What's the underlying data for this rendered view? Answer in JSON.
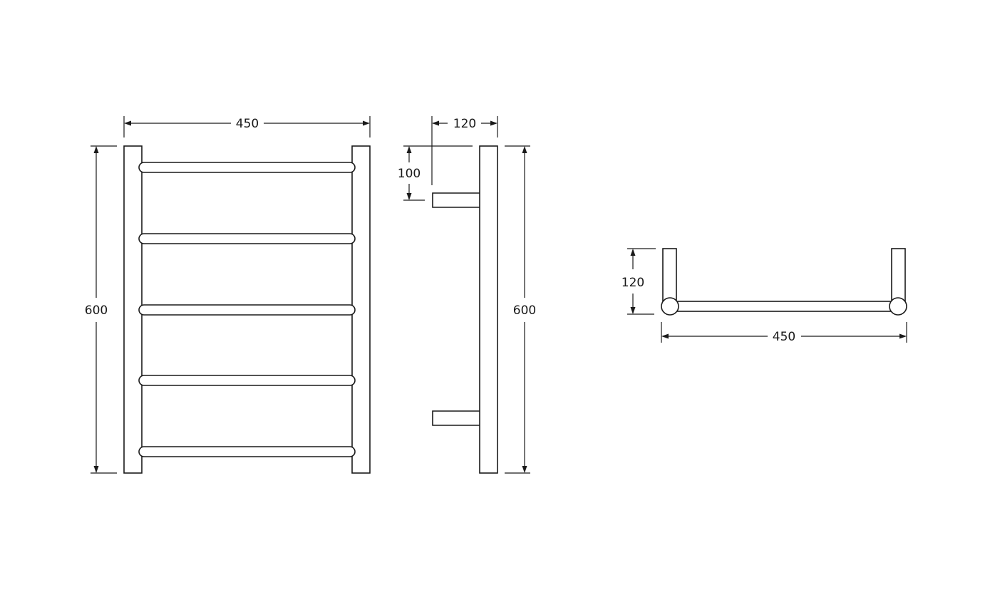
{
  "front_view": {
    "width_label": "450",
    "height_label": "600"
  },
  "side_view": {
    "depth_label": "120",
    "offset_label": "100",
    "height_label": "600"
  },
  "top_view": {
    "depth_label": "120",
    "width_label": "450"
  },
  "colors": {
    "line": "#1a1a1a",
    "background": "#ffffff"
  }
}
